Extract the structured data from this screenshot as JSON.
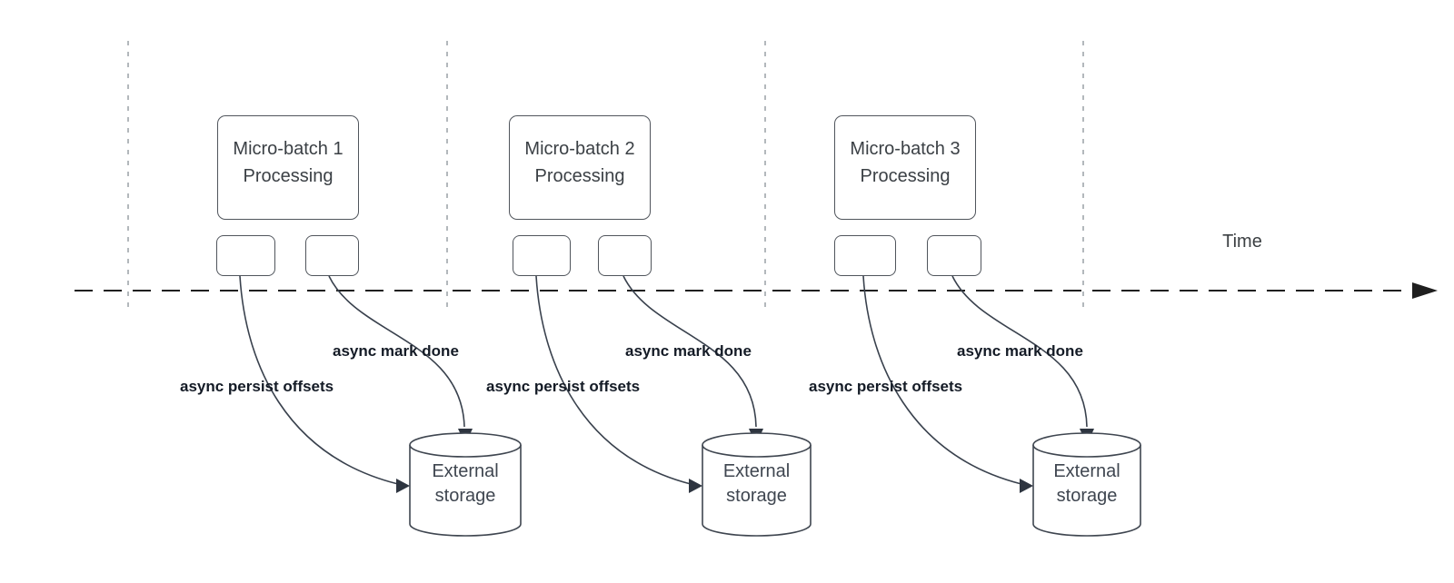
{
  "time_axis": {
    "label": "Time"
  },
  "groups": [
    {
      "process_label": "Micro-batch 1\nProcessing",
      "persist_label": "async persist offsets",
      "mark_done_label": "async mark done",
      "storage_label": "External\nstorage"
    },
    {
      "process_label": "Micro-batch 2\nProcessing",
      "persist_label": "async persist offsets",
      "mark_done_label": "async mark done",
      "storage_label": "External\nstorage"
    },
    {
      "process_label": "Micro-batch 3\nProcessing",
      "persist_label": "async persist offsets",
      "mark_done_label": "async mark done",
      "storage_label": "External\nstorage"
    }
  ],
  "colors": {
    "curve_line": "#39414d",
    "shape_border": "#50555c",
    "divider": "#9aa0a6",
    "timeline": "#1f1f1f",
    "text": "#3b4045",
    "bold_label": "#141b26"
  }
}
